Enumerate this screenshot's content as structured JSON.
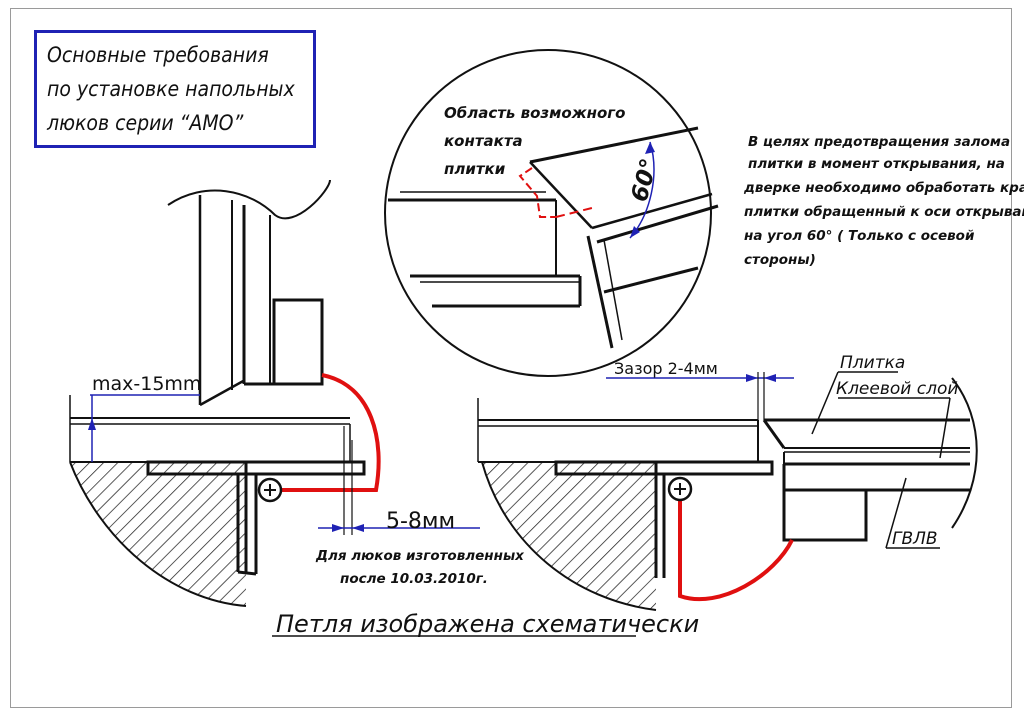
{
  "title": {
    "line1": "Основные требования",
    "line2": "по установке напольных",
    "line3": "люков серии  “АМО”"
  },
  "detail": {
    "contact_line1": "Область возможного",
    "contact_line2": "контакта",
    "contact_line3": "плитки",
    "angle": "60°"
  },
  "note": {
    "lines": [
      "В целях предотвращения залома",
      "плитки в момент открывания, на",
      "дверке необходимо обработать край",
      "плитки обращенный к оси открывания",
      "на угол 60° ( Только с осевой",
      "стороны)"
    ]
  },
  "left": {
    "max_label": "max-15mm",
    "gap_label": "5-8мм",
    "made_line1": "Для люков изготовленных",
    "made_line2": "после 10.03.2010г."
  },
  "right": {
    "gap_label": "Зазор 2-4мм",
    "tile_label": "Плитка",
    "glue_label": "Клеевой слой",
    "board_label": "ГВЛВ"
  },
  "caption": "Петля изображена схематически",
  "colors": {
    "frame_border": "#1f22b4",
    "hinge": "#e01010",
    "dimension": "#1f22b4",
    "line": "#111111"
  }
}
